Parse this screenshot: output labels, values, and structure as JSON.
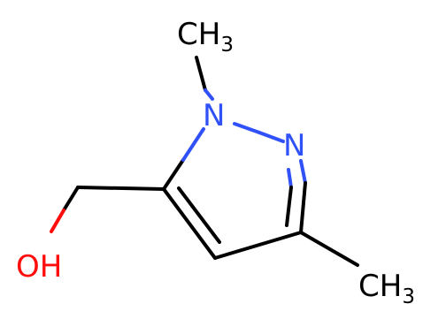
{
  "molecule": {
    "atoms": {
      "methyl_top": {
        "element": "C",
        "hydrogens": "H",
        "count": "3"
      },
      "n1": {
        "element": "N"
      },
      "n2": {
        "element": "N"
      },
      "methyl_bottom": {
        "element": "C",
        "hydrogens": "H",
        "count": "3"
      },
      "hydroxyl": {
        "element": "OH"
      }
    },
    "colors": {
      "carbon": "#000000",
      "nitrogen": "#3050f8",
      "oxygen": "#ff0d0d"
    }
  }
}
